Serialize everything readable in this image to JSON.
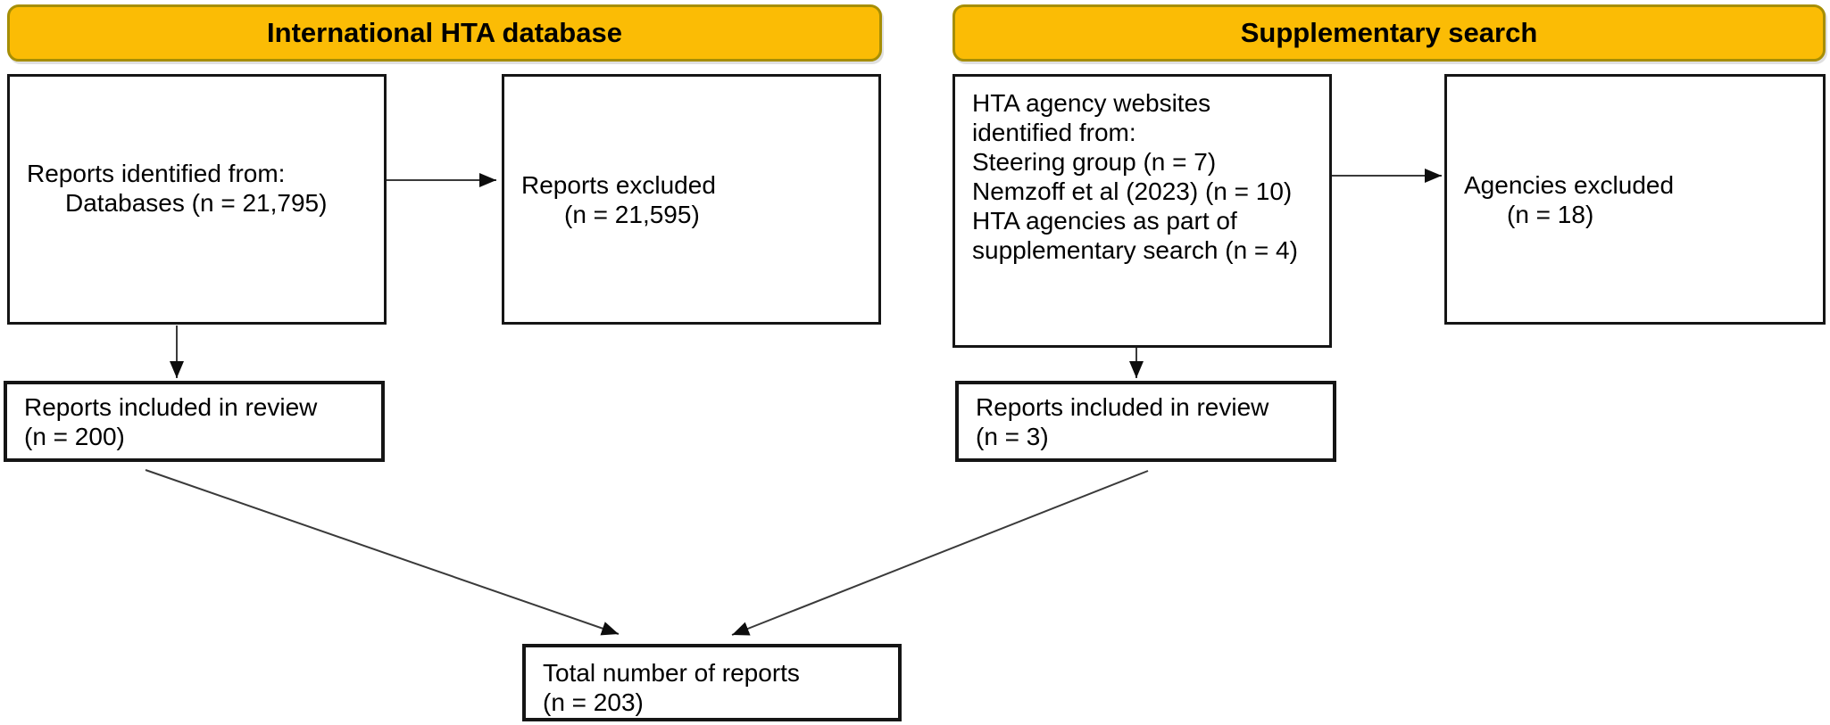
{
  "colors": {
    "header_fill": "#FBBC05",
    "header_border": "#A68E05",
    "box_border": "#151515",
    "line": "#3a3a3a",
    "arrowhead": "#0d0d0d",
    "text": "#000000",
    "background": "#ffffff"
  },
  "headers": [
    {
      "id": "international",
      "label": "International HTA database"
    },
    {
      "id": "supplementary",
      "label": "Supplementary search"
    }
  ],
  "boxes": [
    {
      "id": "reports-identified",
      "lines": [
        "Reports identified from:",
        "Databases (n = 21,795)"
      ]
    },
    {
      "id": "reports-excluded",
      "lines": [
        "Reports excluded",
        "(n = 21,595)"
      ]
    },
    {
      "id": "hta-agency-websites",
      "lines": [
        "HTA agency websites",
        "identified from:",
        "Steering group (n = 7)",
        "Nemzoff et al (2023) (n = 10)",
        "HTA agencies as part of",
        "supplementary search (n = 4)"
      ]
    },
    {
      "id": "agencies-excluded",
      "lines": [
        "Agencies excluded",
        "(n = 18)"
      ]
    },
    {
      "id": "reports-included-database",
      "lines": [
        "Reports included in review",
        "(n = 200)"
      ]
    },
    {
      "id": "reports-included-supplementary",
      "lines": [
        "Reports included in review",
        "(n = 3)"
      ]
    },
    {
      "id": "total-reports",
      "lines": [
        "Total number of reports",
        "(n = 203)"
      ]
    }
  ],
  "edges": [
    {
      "from": "reports-identified",
      "to": "reports-excluded"
    },
    {
      "from": "hta-agency-websites",
      "to": "agencies-excluded"
    },
    {
      "from": "reports-identified",
      "to": "reports-included-database"
    },
    {
      "from": "hta-agency-websites",
      "to": "reports-included-supplementary"
    },
    {
      "from": "reports-included-database",
      "to": "total-reports"
    },
    {
      "from": "reports-included-supplementary",
      "to": "total-reports"
    }
  ]
}
